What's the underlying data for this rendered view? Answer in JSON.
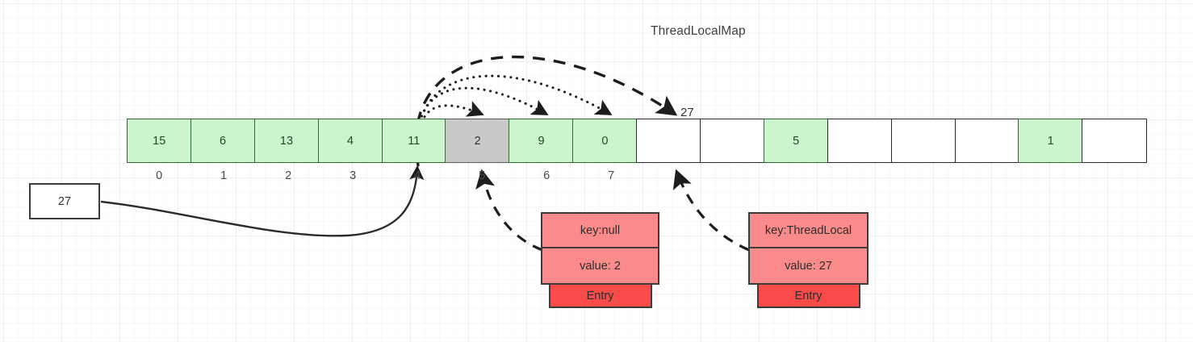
{
  "title": "ThreadLocalMap",
  "colors": {
    "green_fill": "#cdf5cd",
    "green_border": "#2f6b34",
    "gray_fill": "#c9c9c9",
    "white_fill": "#ffffff",
    "entry_light": "#fb8a8a",
    "entry_dark": "#fa4b4b",
    "stroke": "#3c3c3c"
  },
  "table": {
    "cells": [
      {
        "value": "15",
        "state": "green"
      },
      {
        "value": "6",
        "state": "green"
      },
      {
        "value": "13",
        "state": "green"
      },
      {
        "value": "4",
        "state": "green"
      },
      {
        "value": "11",
        "state": "green"
      },
      {
        "value": "2",
        "state": "gray"
      },
      {
        "value": "9",
        "state": "green"
      },
      {
        "value": "0",
        "state": "green"
      },
      {
        "value": "",
        "state": "white"
      },
      {
        "value": "",
        "state": "white"
      },
      {
        "value": "5",
        "state": "green"
      },
      {
        "value": "",
        "state": "white"
      },
      {
        "value": "",
        "state": "white"
      },
      {
        "value": "",
        "state": "white"
      },
      {
        "value": "1",
        "state": "green"
      },
      {
        "value": "",
        "state": "white"
      }
    ],
    "index_labels": [
      "0",
      "1",
      "2",
      "3",
      "4",
      "5",
      "6",
      "7"
    ]
  },
  "source_box": {
    "value": "27"
  },
  "arrow_label": "27",
  "entries": [
    {
      "id": "entry-left",
      "key": "key:null",
      "value": "value: 2",
      "tab": "Entry",
      "target_index": 5
    },
    {
      "id": "entry-right",
      "key": "key:ThreadLocal",
      "value": "value: 27",
      "tab": "Entry",
      "target_index": 8
    }
  ],
  "probe_arcs": [
    {
      "from_index": 4,
      "to_index": 5,
      "style": "dotted"
    },
    {
      "from_index": 4,
      "to_index": 6,
      "style": "dotted"
    },
    {
      "from_index": 4,
      "to_index": 7,
      "style": "dotted"
    },
    {
      "from_index": 4,
      "to_index": 8,
      "style": "dashed",
      "label": "27"
    }
  ]
}
